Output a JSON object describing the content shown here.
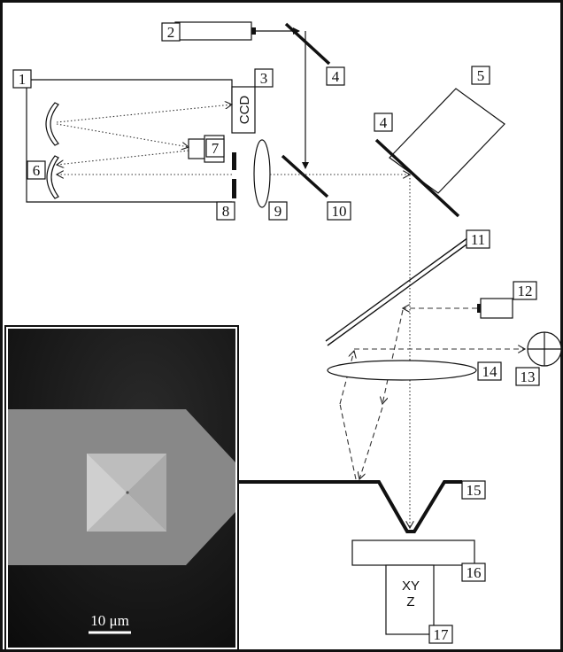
{
  "labels": {
    "l1": "1",
    "l2": "2",
    "l3": "3",
    "l4a": "4",
    "l4b": "4",
    "l5": "5",
    "l6": "6",
    "l7": "7",
    "l8": "8",
    "l9": "9",
    "l10": "10",
    "l11": "11",
    "l12": "12",
    "l13": "13",
    "l14": "14",
    "l15": "15",
    "l16": "16",
    "l17": "17"
  },
  "ccd_text": "CCD",
  "stage_text": {
    "line1": "XY",
    "line2": "Z"
  },
  "inset": {
    "scale_bar_label": "10 μm"
  }
}
